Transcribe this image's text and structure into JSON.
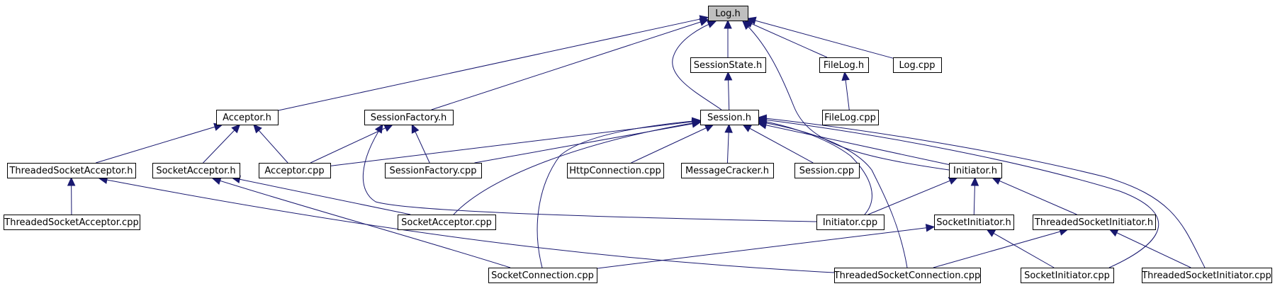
{
  "graph": {
    "title": "",
    "colors": {
      "edge": "#191970",
      "root_fill": "#bfbfbf",
      "node_fill": "#ffffff",
      "node_border": "#000000"
    },
    "nodes": [
      {
        "id": "log_h",
        "label": "Log.h",
        "root": true
      },
      {
        "id": "sessionstate_h",
        "label": "SessionState.h"
      },
      {
        "id": "filelog_h",
        "label": "FileLog.h"
      },
      {
        "id": "log_cpp",
        "label": "Log.cpp"
      },
      {
        "id": "acceptor_h",
        "label": "Acceptor.h"
      },
      {
        "id": "sessionfactory_h",
        "label": "SessionFactory.h"
      },
      {
        "id": "session_h",
        "label": "Session.h"
      },
      {
        "id": "filelog_cpp",
        "label": "FileLog.cpp"
      },
      {
        "id": "threadedsocketacceptor_h",
        "label": "ThreadedSocketAcceptor.h"
      },
      {
        "id": "socketacceptor_h",
        "label": "SocketAcceptor.h"
      },
      {
        "id": "acceptor_cpp",
        "label": "Acceptor.cpp"
      },
      {
        "id": "sessionfactory_cpp",
        "label": "SessionFactory.cpp"
      },
      {
        "id": "httpconnection_cpp",
        "label": "HttpConnection.cpp"
      },
      {
        "id": "messagecracker_h",
        "label": "MessageCracker.h"
      },
      {
        "id": "session_cpp",
        "label": "Session.cpp"
      },
      {
        "id": "initiator_h",
        "label": "Initiator.h"
      },
      {
        "id": "threadedsocketacceptor_cpp",
        "label": "ThreadedSocketAcceptor.cpp"
      },
      {
        "id": "socketacceptor_cpp",
        "label": "SocketAcceptor.cpp"
      },
      {
        "id": "initiator_cpp",
        "label": "Initiator.cpp"
      },
      {
        "id": "socketinitiator_h",
        "label": "SocketInitiator.h"
      },
      {
        "id": "threadedsocketinitiator_h",
        "label": "ThreadedSocketInitiator.h"
      },
      {
        "id": "socketconnection_cpp",
        "label": "SocketConnection.cpp"
      },
      {
        "id": "threadedsocketconnection_cpp",
        "label": "ThreadedSocketConnection.cpp"
      },
      {
        "id": "socketinitiator_cpp",
        "label": "SocketInitiator.cpp"
      },
      {
        "id": "threadedsocketinitiator_cpp",
        "label": "ThreadedSocketInitiator.cpp"
      }
    ],
    "edges": [
      {
        "from": "sessionstate_h",
        "to": "log_h"
      },
      {
        "from": "filelog_h",
        "to": "log_h"
      },
      {
        "from": "log_cpp",
        "to": "log_h"
      },
      {
        "from": "acceptor_h",
        "to": "log_h"
      },
      {
        "from": "sessionfactory_h",
        "to": "log_h"
      },
      {
        "from": "session_h",
        "to": "log_h"
      },
      {
        "from": "initiator_h",
        "to": "log_h"
      },
      {
        "from": "session_h",
        "to": "sessionstate_h"
      },
      {
        "from": "filelog_cpp",
        "to": "filelog_h"
      },
      {
        "from": "threadedsocketacceptor_h",
        "to": "acceptor_h"
      },
      {
        "from": "socketacceptor_h",
        "to": "acceptor_h"
      },
      {
        "from": "acceptor_cpp",
        "to": "acceptor_h"
      },
      {
        "from": "acceptor_cpp",
        "to": "sessionfactory_h"
      },
      {
        "from": "sessionfactory_cpp",
        "to": "sessionfactory_h"
      },
      {
        "from": "initiator_cpp",
        "to": "sessionfactory_h"
      },
      {
        "from": "acceptor_cpp",
        "to": "session_h"
      },
      {
        "from": "sessionfactory_cpp",
        "to": "session_h"
      },
      {
        "from": "httpconnection_cpp",
        "to": "session_h"
      },
      {
        "from": "messagecracker_h",
        "to": "session_h"
      },
      {
        "from": "session_cpp",
        "to": "session_h"
      },
      {
        "from": "initiator_h",
        "to": "session_h"
      },
      {
        "from": "socketacceptor_cpp",
        "to": "session_h"
      },
      {
        "from": "initiator_cpp",
        "to": "session_h"
      },
      {
        "from": "socketconnection_cpp",
        "to": "session_h"
      },
      {
        "from": "threadedsocketconnection_cpp",
        "to": "session_h"
      },
      {
        "from": "socketinitiator_cpp",
        "to": "session_h"
      },
      {
        "from": "threadedsocketinitiator_cpp",
        "to": "session_h"
      },
      {
        "from": "threadedsocketacceptor_cpp",
        "to": "threadedsocketacceptor_h"
      },
      {
        "from": "threadedsocketconnection_cpp",
        "to": "threadedsocketacceptor_h"
      },
      {
        "from": "socketacceptor_cpp",
        "to": "socketacceptor_h"
      },
      {
        "from": "socketconnection_cpp",
        "to": "socketacceptor_h"
      },
      {
        "from": "initiator_cpp",
        "to": "initiator_h"
      },
      {
        "from": "socketinitiator_h",
        "to": "initiator_h"
      },
      {
        "from": "threadedsocketinitiator_h",
        "to": "initiator_h"
      },
      {
        "from": "socketconnection_cpp",
        "to": "socketinitiator_h"
      },
      {
        "from": "socketinitiator_cpp",
        "to": "socketinitiator_h"
      },
      {
        "from": "threadedsocketconnection_cpp",
        "to": "threadedsocketinitiator_h"
      },
      {
        "from": "threadedsocketinitiator_cpp",
        "to": "threadedsocketinitiator_h"
      }
    ]
  }
}
